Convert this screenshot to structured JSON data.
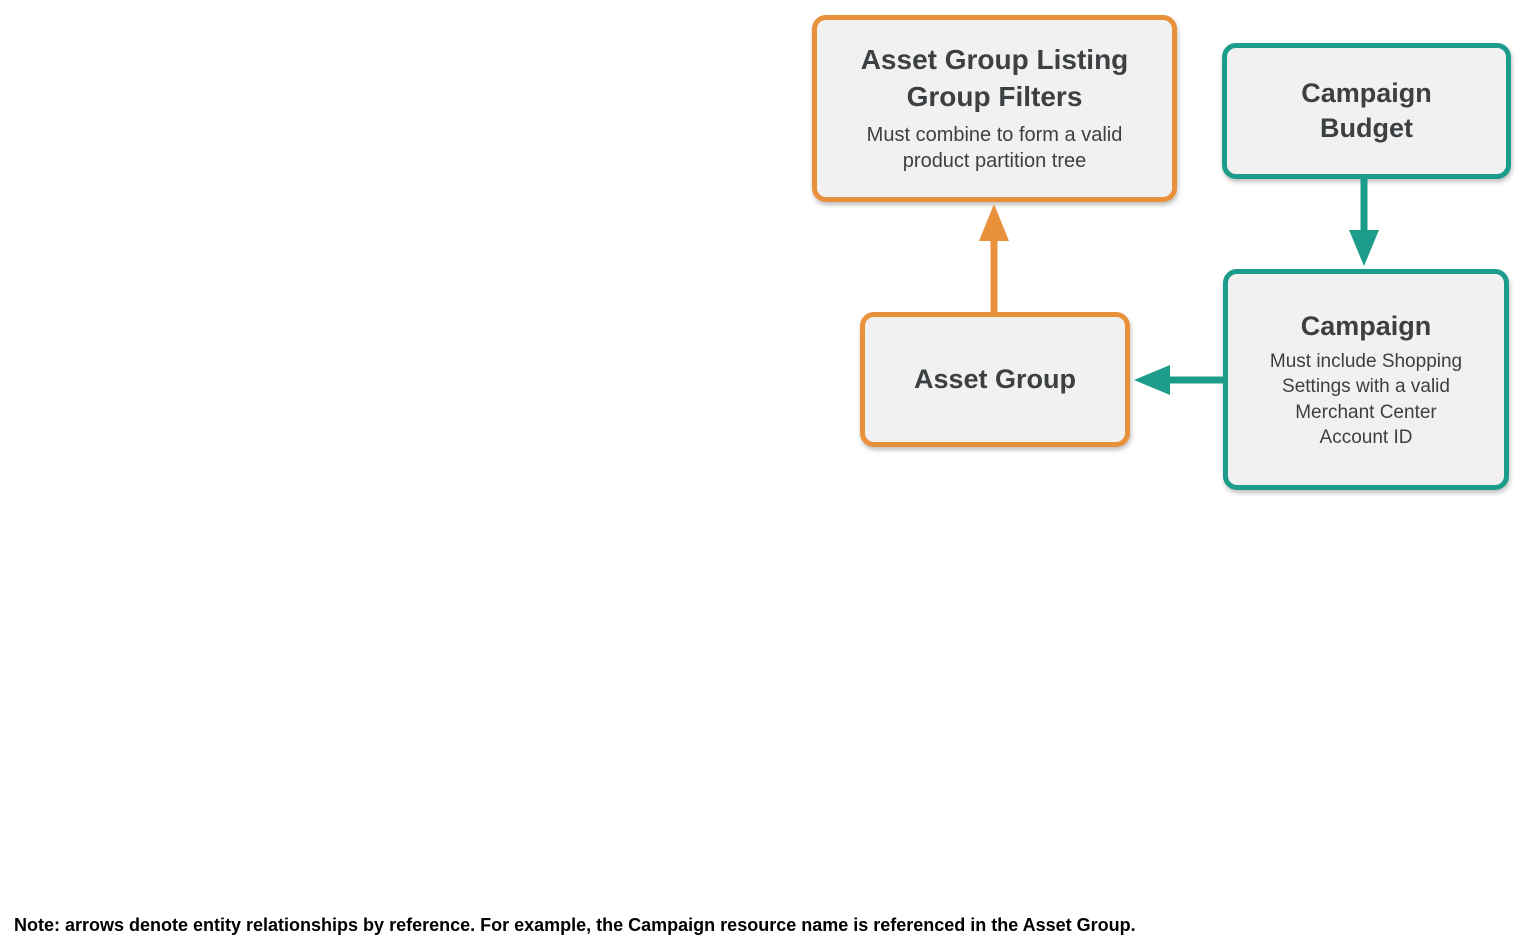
{
  "canvas": {
    "background": "#FFFFFF"
  },
  "colors": {
    "orange": "#E8913A",
    "teal": "#1C9C8B",
    "box_fill": "#F1F1F1",
    "title_text": "#3C4043",
    "note_text": "#000000"
  },
  "diagram": {
    "nodes": [
      {
        "id": "asset-group-listing-group-filters",
        "title": "Asset Group Listing Group Filters",
        "subtitle": "Must combine to form a valid product partition tree",
        "accent": "orange"
      },
      {
        "id": "campaign-budget",
        "title": "Campaign Budget",
        "subtitle": "",
        "accent": "teal"
      },
      {
        "id": "campaign",
        "title": "Campaign",
        "subtitle": "Must include Shopping Settings with a valid Merchant Center Account ID",
        "accent": "teal"
      },
      {
        "id": "asset-group",
        "title": "Asset Group",
        "subtitle": "",
        "accent": "orange"
      }
    ],
    "edges": [
      {
        "from": "asset-group",
        "to": "asset-group-listing-group-filters",
        "color": "orange",
        "direction": "up"
      },
      {
        "from": "campaign-budget",
        "to": "campaign",
        "color": "teal",
        "direction": "down"
      },
      {
        "from": "campaign",
        "to": "asset-group",
        "color": "teal",
        "direction": "left"
      }
    ]
  },
  "note": "Note: arrows denote entity relationships by reference. For example, the Campaign resource name is referenced in the Asset Group."
}
